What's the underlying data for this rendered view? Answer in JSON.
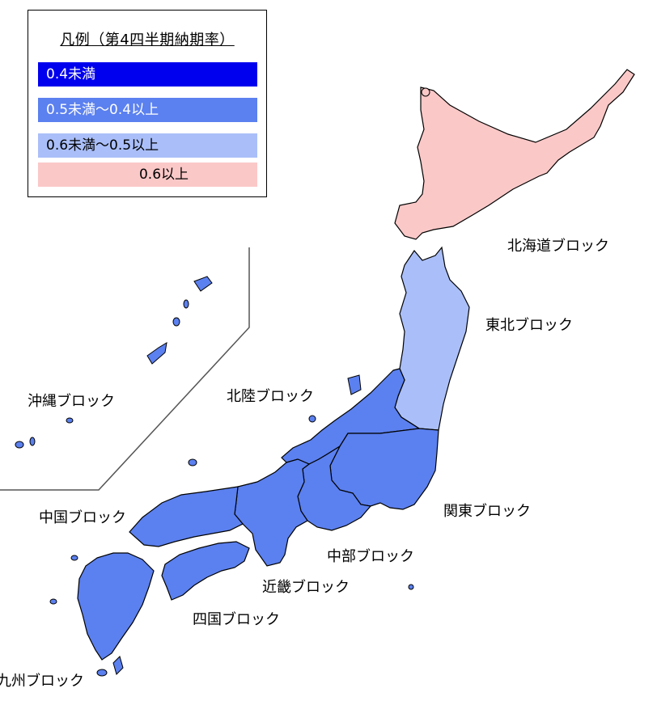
{
  "legend": {
    "title": "凡例（第4四半期納期率）",
    "items": [
      {
        "label": "0.4未満",
        "color": "#0000ee",
        "text_color": "#ffffff"
      },
      {
        "label": "0.5未満～0.4以上",
        "color": "#5b80ef",
        "text_color": "#ffffff"
      },
      {
        "label": "0.6未満～0.5以上",
        "color": "#aabff9",
        "text_color": "#000000"
      },
      {
        "label": "0.6以上",
        "color": "#fbc8c8",
        "text_color": "#000000"
      }
    ]
  },
  "regions": [
    {
      "id": "hokkaido",
      "label": "北海道ブロック",
      "level": 3
    },
    {
      "id": "tohoku",
      "label": "東北ブロック",
      "level": 2
    },
    {
      "id": "okinawa",
      "label": "沖縄ブロック",
      "level": 1
    },
    {
      "id": "hokuriku",
      "label": "北陸ブロック",
      "level": 1
    },
    {
      "id": "kanto",
      "label": "関東ブロック",
      "level": 1
    },
    {
      "id": "chubu",
      "label": "中部ブロック",
      "level": 1
    },
    {
      "id": "chugoku",
      "label": "中国ブロック",
      "level": 1
    },
    {
      "id": "kinki",
      "label": "近畿ブロック",
      "level": 1
    },
    {
      "id": "shikoku",
      "label": "四国ブロック",
      "level": 1
    },
    {
      "id": "kyushu",
      "label": "九州ブロック",
      "level": 1
    }
  ]
}
